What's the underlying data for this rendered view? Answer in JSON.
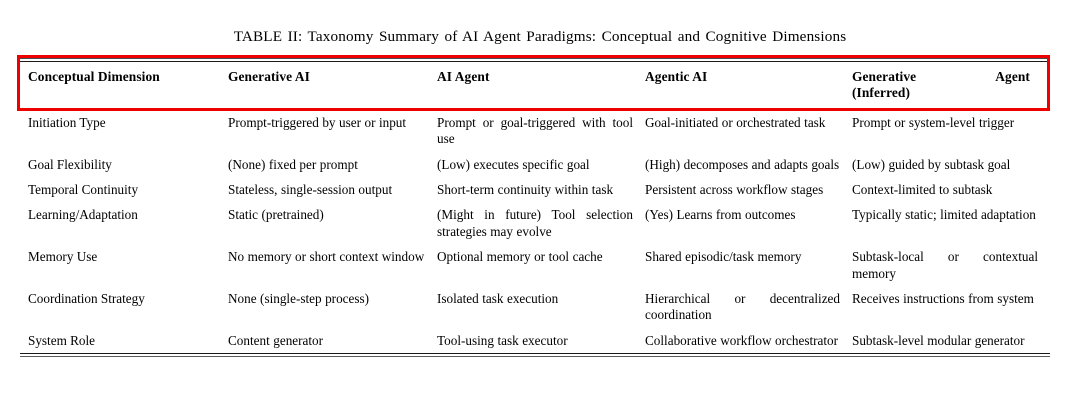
{
  "caption": {
    "text": "TABLE II: Taxonomy Summary of AI Agent Paradigms: Conceptual and Cognitive Dimensions"
  },
  "annotation": {
    "shape": "rectangle",
    "color": "#ee0000",
    "target": "header-row"
  },
  "table": {
    "columns": [
      "Conceptual Dimension",
      "Generative AI",
      "AI Agent",
      "Agentic AI",
      "Generative Agent (Inferred)"
    ],
    "column_5_lines": [
      "Generative",
      "Agent",
      "(Inferred)"
    ],
    "rows": [
      {
        "dimension": "Initiation Type",
        "generative_ai": "Prompt-triggered by user or input",
        "ai_agent": "Prompt or goal-triggered with tool use",
        "agentic_ai": "Goal-initiated or orchestrated task",
        "generative_agent": "Prompt or system-level trigger"
      },
      {
        "dimension": "Goal Flexibility",
        "generative_ai": "(None) fixed per prompt",
        "ai_agent": "(Low) executes specific goal",
        "agentic_ai": "(High) decomposes and adapts goals",
        "generative_agent": "(Low) guided by subtask goal"
      },
      {
        "dimension": "Temporal Continuity",
        "generative_ai": "Stateless, single-session output",
        "ai_agent": "Short-term continuity within task",
        "agentic_ai": "Persistent across workflow stages",
        "generative_agent": "Context-limited to subtask"
      },
      {
        "dimension": "Learning/Adaptation",
        "generative_ai": "Static (pretrained)",
        "ai_agent": "(Might in future) Tool selection strategies may evolve",
        "agentic_ai": "(Yes) Learns from outcomes",
        "generative_agent": "Typically static; limited adaptation"
      },
      {
        "dimension": "Memory Use",
        "generative_ai": "No memory or short context window",
        "ai_agent": "Optional memory or tool cache",
        "agentic_ai": "Shared episodic/task memory",
        "generative_agent": "Subtask-local or contextual memory"
      },
      {
        "dimension": "Coordination Strategy",
        "generative_ai": "None (single-step process)",
        "ai_agent": "Isolated task execution",
        "agentic_ai": "Hierarchical or decentralized coordination",
        "generative_agent": "Receives instructions from system"
      },
      {
        "dimension": "System Role",
        "generative_ai": "Content generator",
        "ai_agent": "Tool-using task executor",
        "agentic_ai": "Collaborative workflow orchestrator",
        "generative_agent": "Subtask-level modular generator"
      }
    ]
  }
}
